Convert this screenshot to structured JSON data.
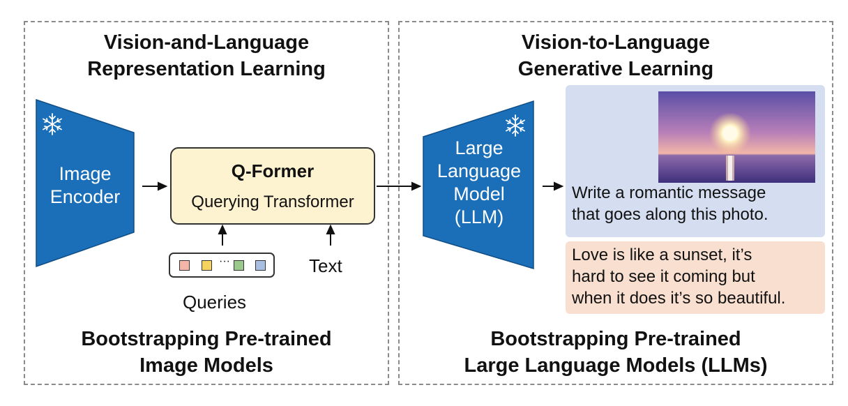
{
  "left_panel": {
    "title_line1": "Vision-and-Language",
    "title_line2": "Representation Learning",
    "image_encoder": {
      "line1": "Image",
      "line2": "Encoder",
      "frozen_icon": "snowflake-icon"
    },
    "qformer": {
      "title": "Q-Former",
      "subtitle": "Querying Transformer"
    },
    "queries_label": "Queries",
    "query_colors": [
      "#f4b6a8",
      "#f6d25e",
      "#9bc98b",
      "#a9bfe2"
    ],
    "query_dots": "···",
    "text_label": "Text",
    "caption_line1": "Bootstrapping Pre-trained",
    "caption_line2": "Image Models"
  },
  "right_panel": {
    "title_line1": "Vision-to-Language",
    "title_line2": "Generative Learning",
    "llm": {
      "line1": "Large",
      "line2": "Language",
      "line3": "Model",
      "line4": "(LLM)",
      "frozen_icon": "snowflake-icon"
    },
    "prompt": {
      "line1": "Write a romantic message",
      "line2": "that goes along this photo."
    },
    "answer": {
      "line1": "Love is like a sunset, it’s",
      "line2": "hard to see it coming but",
      "line3": "when it does it’s so beautiful."
    },
    "caption_line1": "Bootstrapping Pre-trained",
    "caption_line2": "Large Language Models (LLMs)"
  },
  "colors": {
    "encoder_blue": "#1a6fb8",
    "qformer_fill": "#fdf3d0",
    "prompt_fill": "#d5def1",
    "answer_fill": "#f9dfd0"
  }
}
